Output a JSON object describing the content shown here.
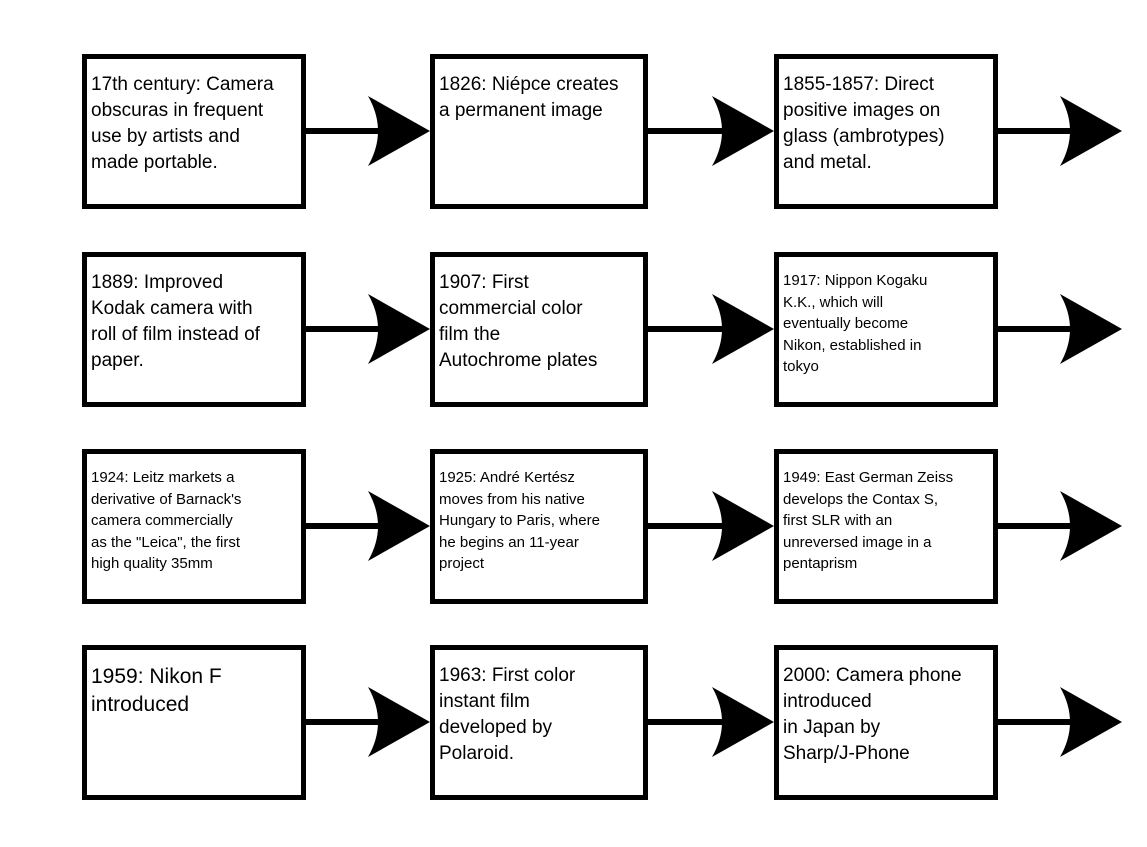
{
  "timeline": {
    "rows": [
      {
        "boxes": [
          {
            "text": "17th century: Camera\nobscuras in frequent\nuse by artists and\nmade portable.",
            "size": "l"
          },
          {
            "text": "1826: Niépce creates\na permanent image",
            "size": "l"
          },
          {
            "text": "1855-1857: Direct\npositive images on\nglass (ambrotypes)\nand metal.",
            "size": "l"
          }
        ]
      },
      {
        "boxes": [
          {
            "text": "1889: Improved\nKodak camera with\nroll of film instead of\npaper.",
            "size": "l"
          },
          {
            "text": "1907: First\ncommercial color\nfilm the\nAutochrome plates",
            "size": "l"
          },
          {
            "text": "1917: Nippon Kogaku\nK.K., which will\neventually become\nNikon, established in\ntokyo",
            "size": "s"
          }
        ]
      },
      {
        "boxes": [
          {
            "text": "1924: Leitz markets a\nderivative of Barnack's\ncamera commercially\nas the \"Leica\", the first\nhigh quality 35mm",
            "size": "s"
          },
          {
            "text": "1925: André Kertész\nmoves from his native\nHungary to Paris, where\nhe begins an 11-year\nproject",
            "size": "s"
          },
          {
            "text": "1949: East German Zeiss\ndevelops the Contax S,\nfirst SLR with an\nunreversed image in a\npentaprism",
            "size": "s"
          }
        ]
      },
      {
        "boxes": [
          {
            "text": "1959: Nikon F\nintroduced",
            "size": "xl"
          },
          {
            "text": "1963: First color\ninstant film\ndeveloped by\nPolaroid.",
            "size": "l"
          },
          {
            "text": "2000: Camera phone\nintroduced\nin Japan by\nSharp/J-Phone",
            "size": "l"
          }
        ]
      }
    ]
  }
}
